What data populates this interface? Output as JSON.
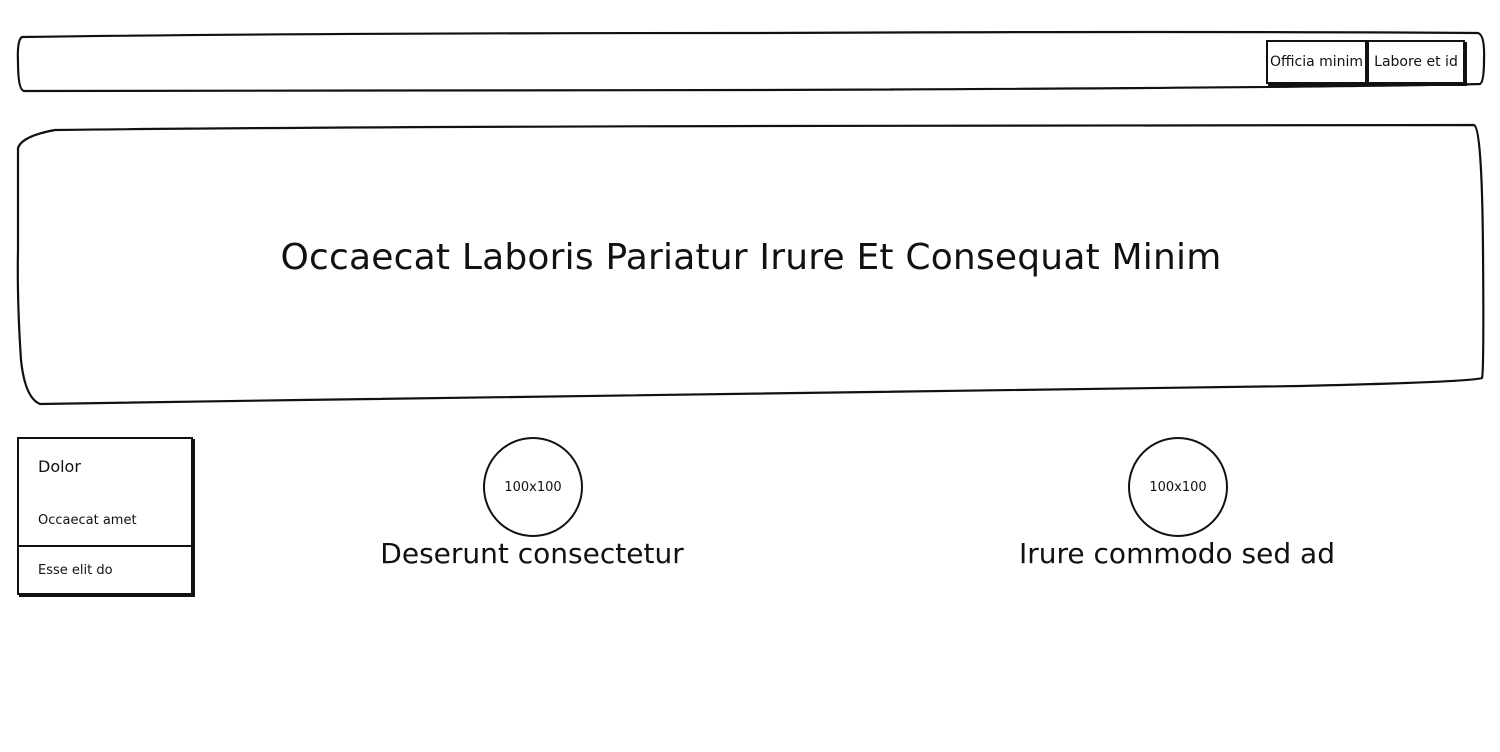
{
  "header": {
    "buttons": [
      {
        "label": "Officia minim"
      },
      {
        "label": "Labore et id"
      }
    ]
  },
  "hero": {
    "title": "Occaecat Laboris Pariatur Irure Et Consequat Minim"
  },
  "sidebar": {
    "title": "Dolor",
    "items": [
      {
        "label": "Occaecat amet"
      },
      {
        "label": "Esse elit do"
      }
    ]
  },
  "cards": [
    {
      "image_label": "100x100",
      "caption": "Deserunt consectetur"
    },
    {
      "image_label": "100x100",
      "caption": "Irure commodo sed ad"
    }
  ]
}
